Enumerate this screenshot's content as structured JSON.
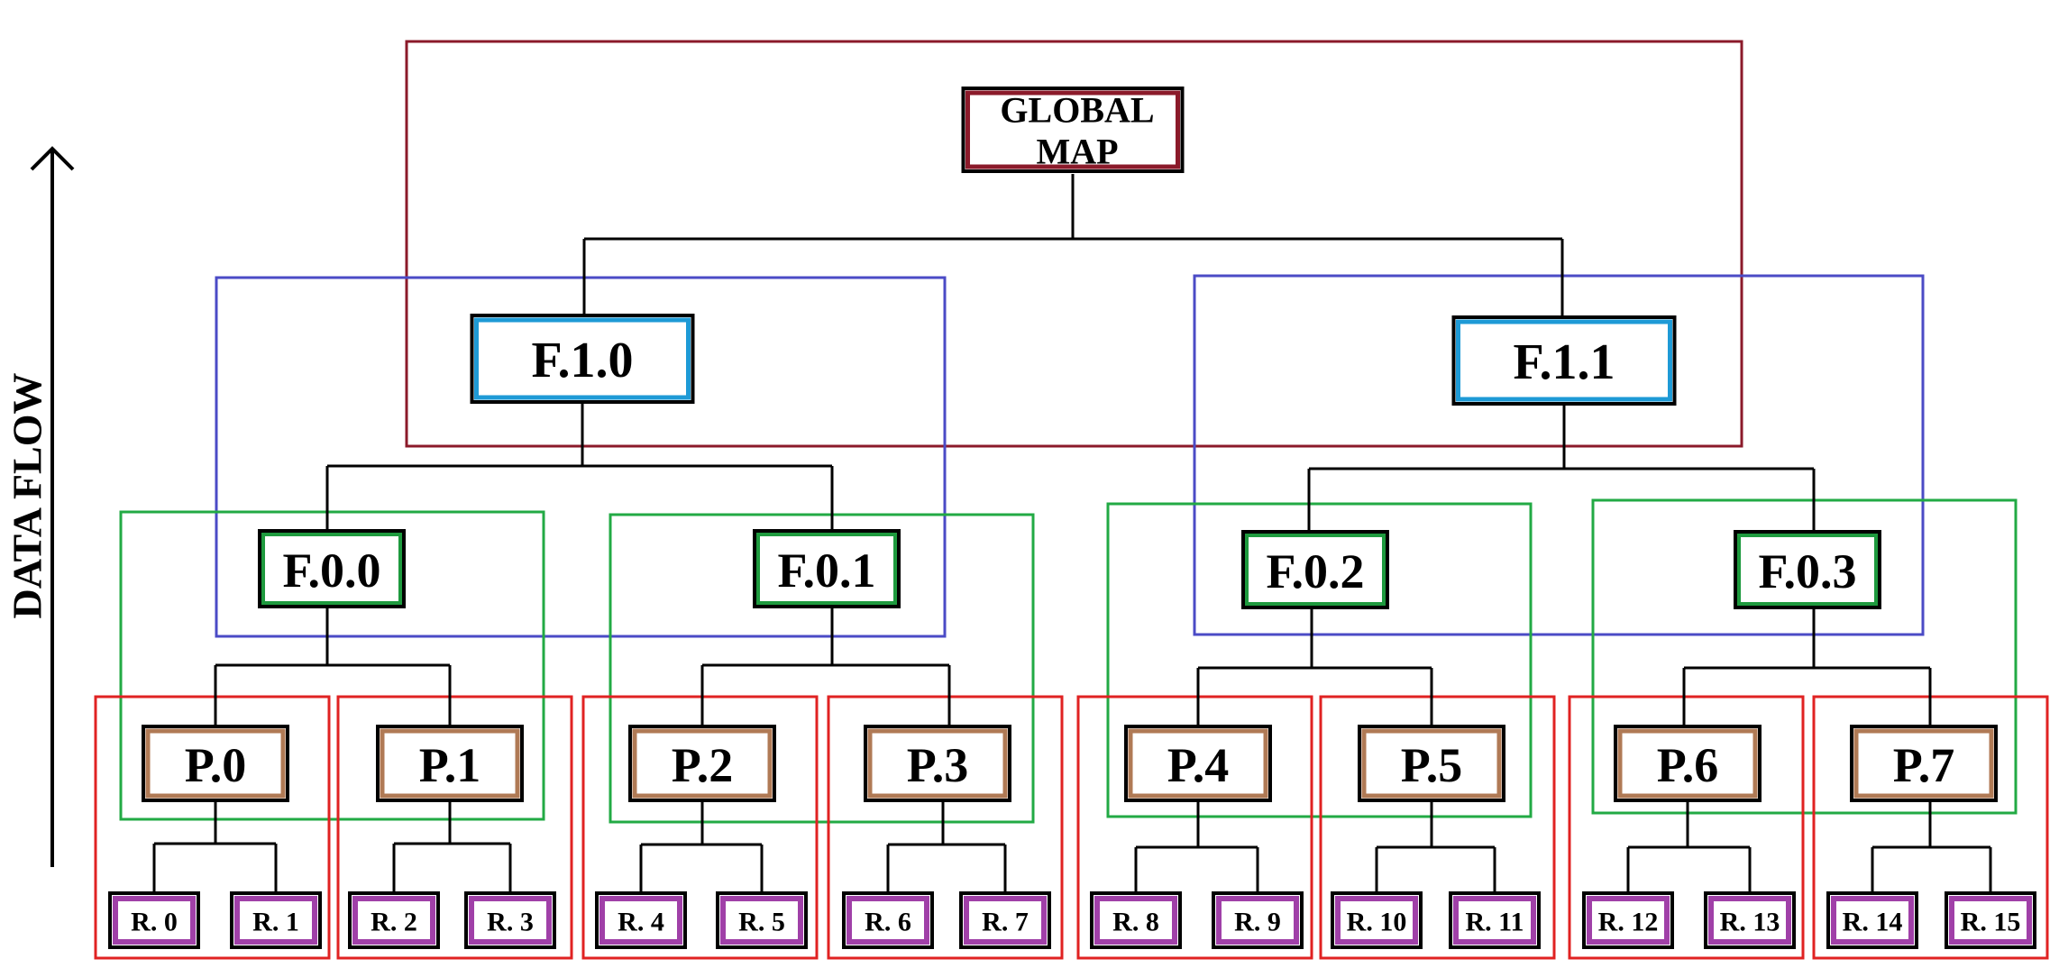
{
  "data_flow_label": "DATA FLOW",
  "colors": {
    "global_group": "#8b1a2a",
    "level1_group": "#4b4bc6",
    "level0_group": "#22aa44",
    "pair_group": "#e02222",
    "global_node": "#8b1a2a",
    "level1_node": "#1e9ad6",
    "level0_node": "#1e9a3e",
    "p_node": "#b07a55",
    "r_node": "#a040a8"
  },
  "nodes": {
    "global": {
      "line1": "GLOBAL",
      "line2": "MAP"
    },
    "level1": [
      "F.1.0",
      "F.1.1"
    ],
    "level0": [
      "F.0.0",
      "F.0.1",
      "F.0.2",
      "F.0.3"
    ],
    "p": [
      "P.0",
      "P.1",
      "P.2",
      "P.3",
      "P.4",
      "P.5",
      "P.6",
      "P.7"
    ],
    "r": [
      "R. 0",
      "R. 1",
      "R. 2",
      "R. 3",
      "R. 4",
      "R. 5",
      "R. 6",
      "R. 7",
      "R. 8",
      "R. 9",
      "R. 10",
      "R. 11",
      "R. 12",
      "R. 13",
      "R. 14",
      "R. 15"
    ]
  }
}
